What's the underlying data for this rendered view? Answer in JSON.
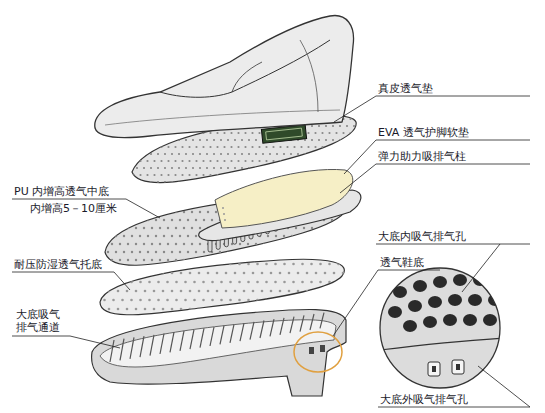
{
  "diagram": {
    "labels": [
      "真皮透气垫",
      "EVA 透气护脚软垫",
      "弹力助力吸排气柱",
      "PU 内增高透气中底",
      "内增高5－10厘米",
      "耐压防湿透气托底",
      "大底吸气 排气通道",
      "大底内吸气排气孔",
      "透气鞋底",
      "大底外吸气排气孔"
    ]
  }
}
